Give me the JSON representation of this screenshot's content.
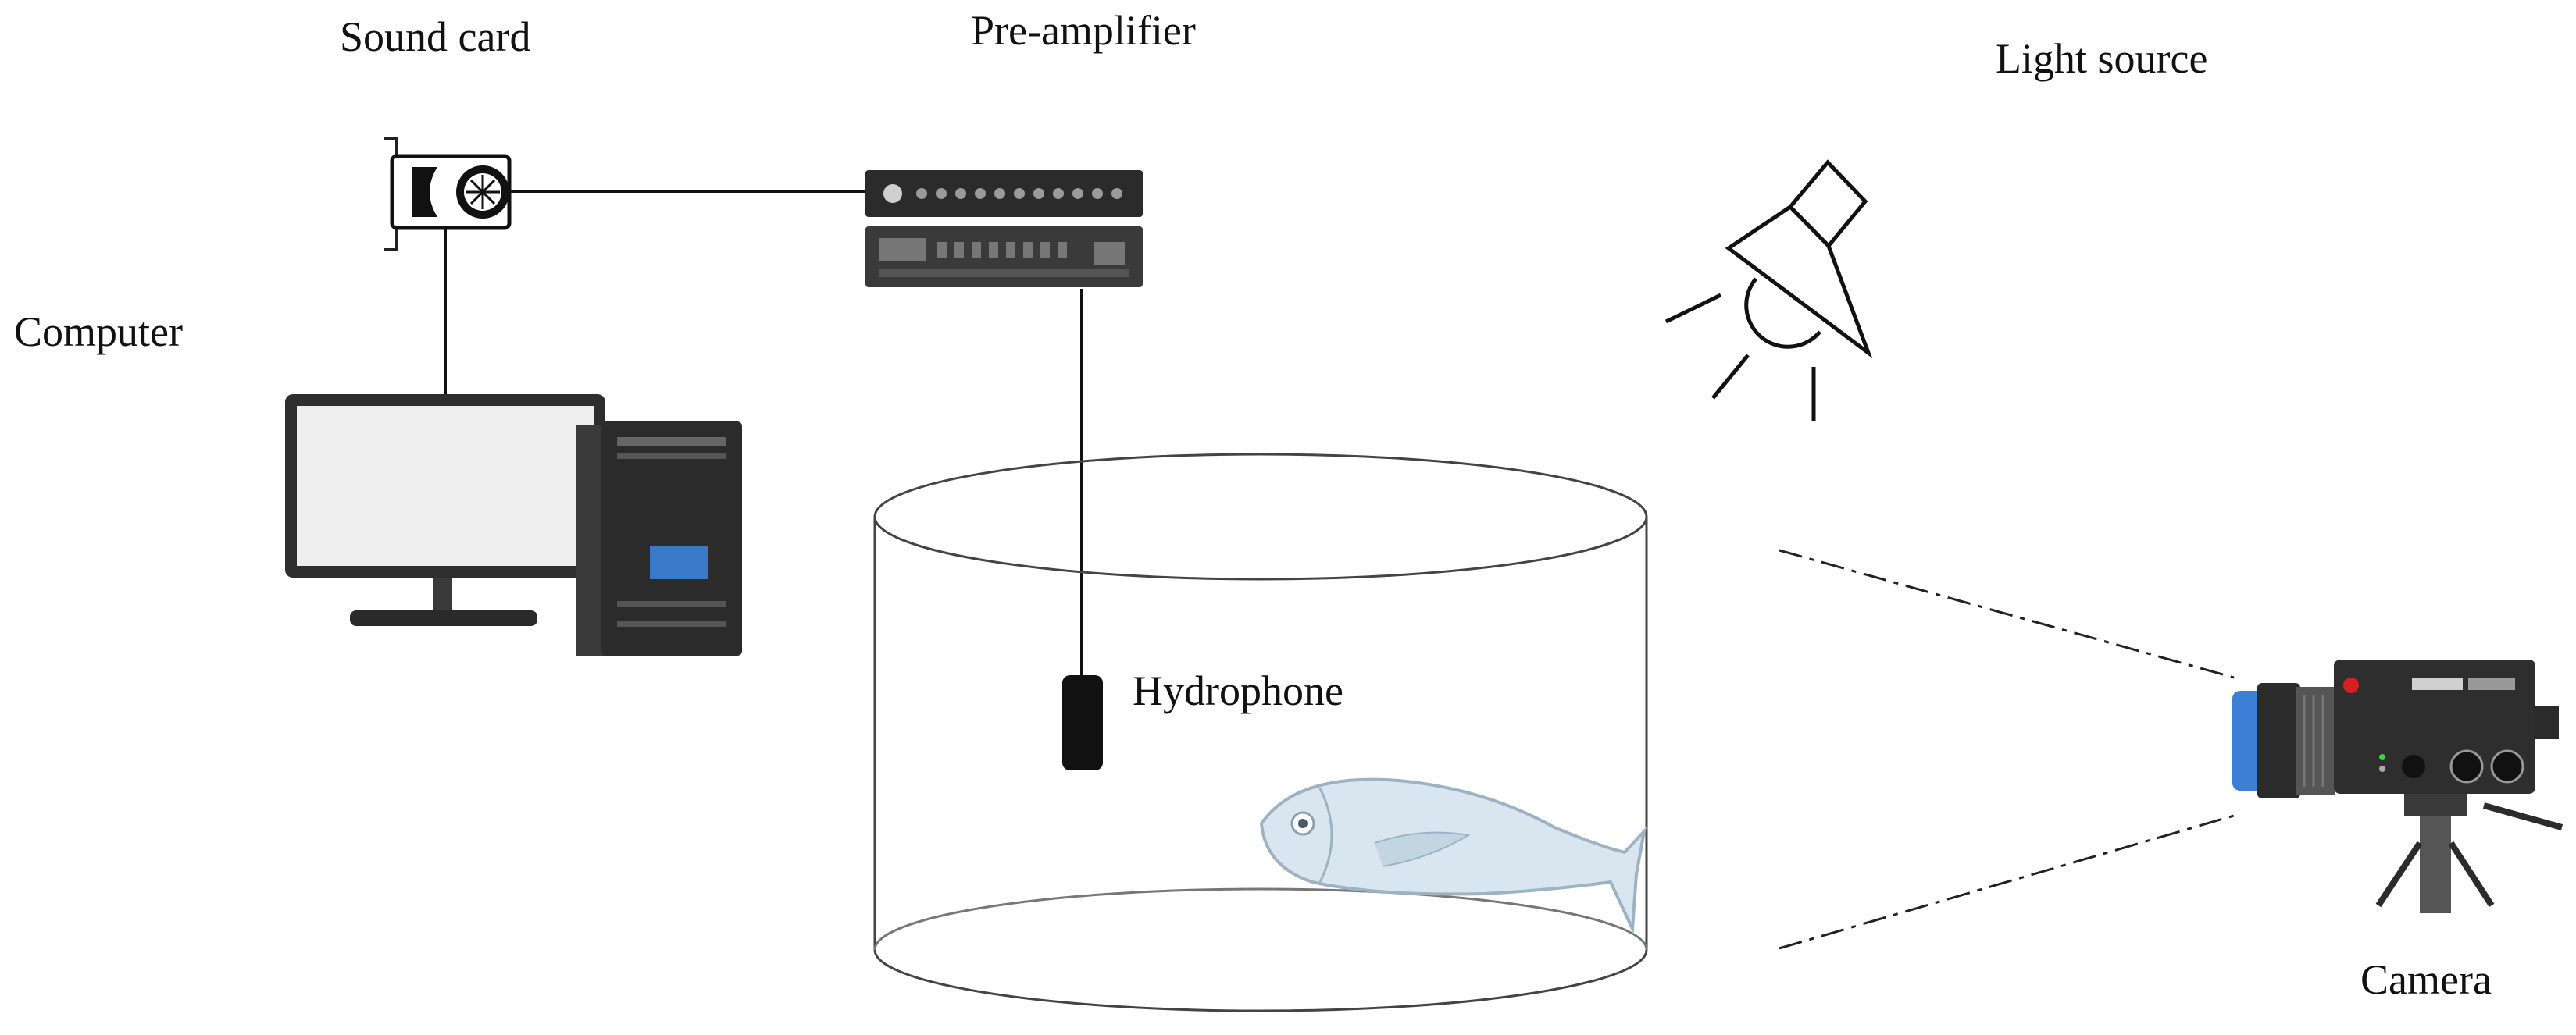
{
  "labels": {
    "sound_card": "Sound card",
    "pre_amplifier": "Pre-amplifier",
    "light_source": "Light source",
    "computer": "Computer",
    "hydrophone": "Hydrophone",
    "camera": "Camera"
  },
  "colors": {
    "line": "#111111",
    "fish_body": "#d9e6ef",
    "camera_lens_ring": "#3b7fd6",
    "monitor_screen": "#eeeeee",
    "tower_display": "#3a78c8"
  },
  "icons": [
    "sound-card-icon",
    "pre-amplifier-icon",
    "computer-monitor-icon",
    "computer-tower-icon",
    "light-source-icon",
    "hydrophone-icon",
    "fish-icon",
    "camera-icon",
    "tank-icon"
  ]
}
